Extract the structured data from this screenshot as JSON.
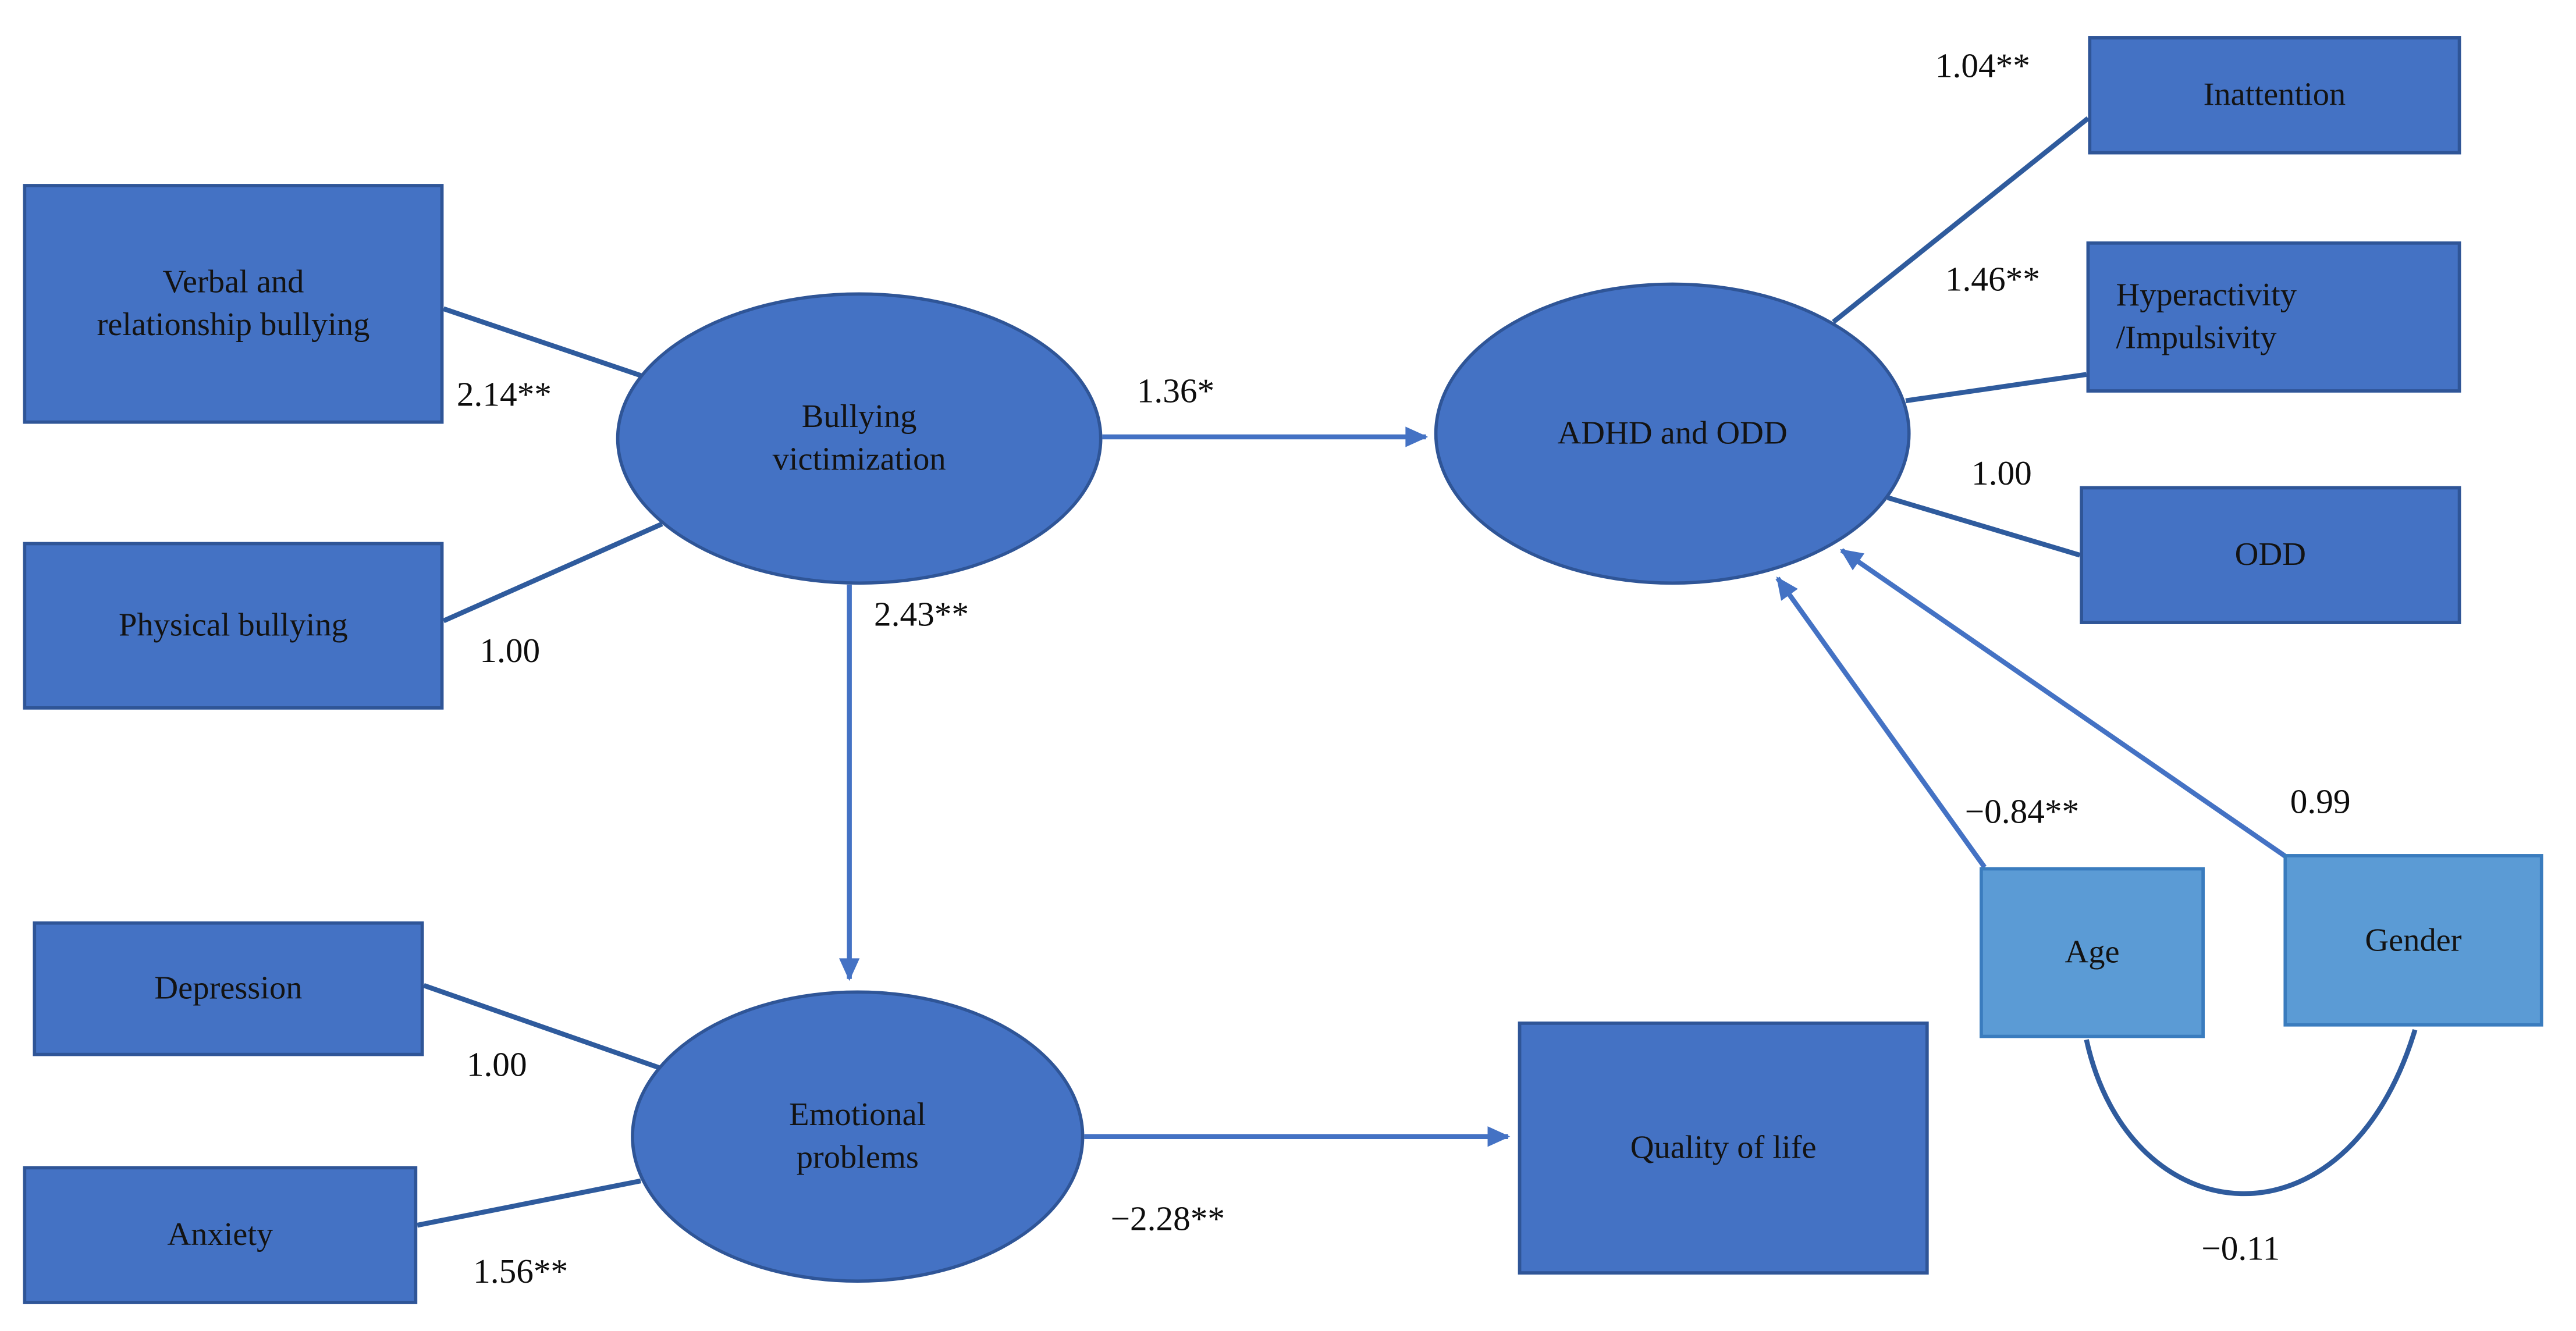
{
  "figure": {
    "type": "sem-path-diagram",
    "description_visible_text_only": true
  },
  "colors": {
    "node_fill": "#4472C4",
    "node_border": "#2F5597",
    "covariate_fill": "#5B9BD5",
    "covariate_border": "#3A7CBE",
    "edge": "#4472C4",
    "edge_dark": "#2F5B9D",
    "background": "#ffffff"
  },
  "nodes": {
    "verbal": {
      "shape": "rect",
      "line1": "Verbal and",
      "line2": "relationship bullying"
    },
    "physical": {
      "shape": "rect",
      "label": "Physical bullying"
    },
    "bullying": {
      "shape": "ellipse",
      "line1": "Bullying",
      "line2": "victimization"
    },
    "adhd": {
      "shape": "ellipse",
      "label": "ADHD and ODD"
    },
    "inattention": {
      "shape": "rect",
      "label": "Inattention"
    },
    "hyperactivity": {
      "shape": "rect",
      "line1": "Hyperactivity",
      "line2": "/Impulsivity"
    },
    "odd": {
      "shape": "rect",
      "label": "ODD"
    },
    "depression": {
      "shape": "rect",
      "label": "Depression"
    },
    "anxiety": {
      "shape": "rect",
      "label": "Anxiety"
    },
    "emotional": {
      "shape": "ellipse",
      "line1": "Emotional",
      "line2": "problems"
    },
    "qol": {
      "shape": "rect",
      "label": "Quality of life"
    },
    "age": {
      "shape": "rect",
      "label": "Age"
    },
    "gender": {
      "shape": "rect",
      "label": "Gender"
    }
  },
  "coefficients": {
    "verbal_bullying": "2.14**",
    "physical_bullying": "1.00",
    "bullying_adhd": "1.36*",
    "bullying_emotional": "2.43**",
    "adhd_inattention": "1.04**",
    "adhd_hyperactivity": "1.46**",
    "adhd_odd": "1.00",
    "depression_emotional": "1.00",
    "anxiety_emotional": "1.56**",
    "emotional_qol": "−2.28**",
    "age_adhd": "−0.84**",
    "gender_adhd": "0.99",
    "age_gender_cov": "−0.11"
  }
}
